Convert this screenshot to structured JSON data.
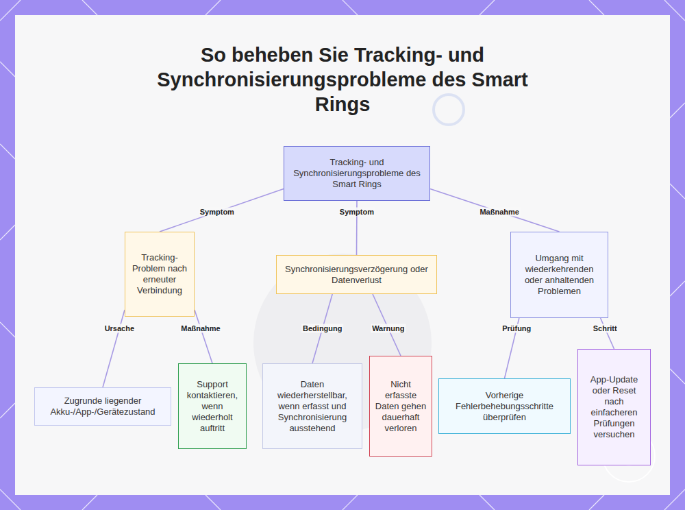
{
  "diagram": {
    "title": "So beheben Sie Tracking- und Synchronisierungsprobleme des Smart Rings",
    "nodes": [
      {
        "text": [
          "Tracking- und Synchronisierungsprobleme des Smart Rings"
        ]
      },
      {
        "text": [
          "Tracking-Problem nach erneuter Verbindung"
        ]
      },
      {
        "text": [
          "Synchronisierungsverzögerung oder Datenverlust"
        ]
      },
      {
        "text": [
          "Umgang mit wiederkehrenden oder anhaltenden Problemen"
        ]
      },
      {
        "text": [
          "Zugrunde liegender Akku-/App-/Gerätezustand"
        ]
      },
      {
        "text": [
          "Support kontaktieren, wenn wiederholt auftritt"
        ]
      },
      {
        "text": [
          "Daten wiederherstellbar, wenn erfasst und Synchronisierung ausstehend"
        ]
      },
      {
        "text": [
          "Nicht erfasste Daten gehen dauerhaft verloren"
        ]
      },
      {
        "text": [
          "Vorherige Fehlerbehebungsschritte überprüfen"
        ]
      },
      {
        "text": [
          "App-Update oder Reset nach einfacheren Prüfungen versuchen"
        ]
      }
    ],
    "edges": [
      {
        "from": 0,
        "to": 1,
        "label": "Symptom",
        "arrow": "none"
      },
      {
        "from": 0,
        "to": 2,
        "label": "Symptom",
        "arrow": "none"
      },
      {
        "from": 0,
        "to": 3,
        "label": "Maßnahme",
        "arrow": "none"
      },
      {
        "from": 1,
        "to": 4,
        "label": "Ursache",
        "arrow": "none"
      },
      {
        "from": 1,
        "to": 5,
        "label": "Maßnahme",
        "arrow": "none"
      },
      {
        "from": 2,
        "to": 6,
        "label": "Bedingung",
        "arrow": "none"
      },
      {
        "from": 2,
        "to": 7,
        "label": "Warnung",
        "arrow": "none"
      },
      {
        "from": 3,
        "to": 8,
        "label": "Prüfung",
        "arrow": "none"
      },
      {
        "from": 3,
        "to": 9,
        "label": "Schritt",
        "arrow": "none"
      }
    ]
  }
}
